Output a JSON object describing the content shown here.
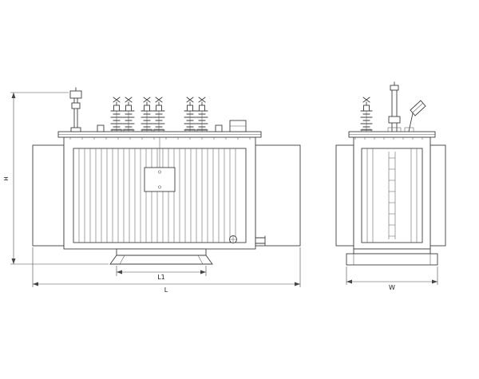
{
  "dimensions": {
    "height": "H",
    "base_length": "L1",
    "overall_length": "L",
    "overall_width": "W"
  }
}
